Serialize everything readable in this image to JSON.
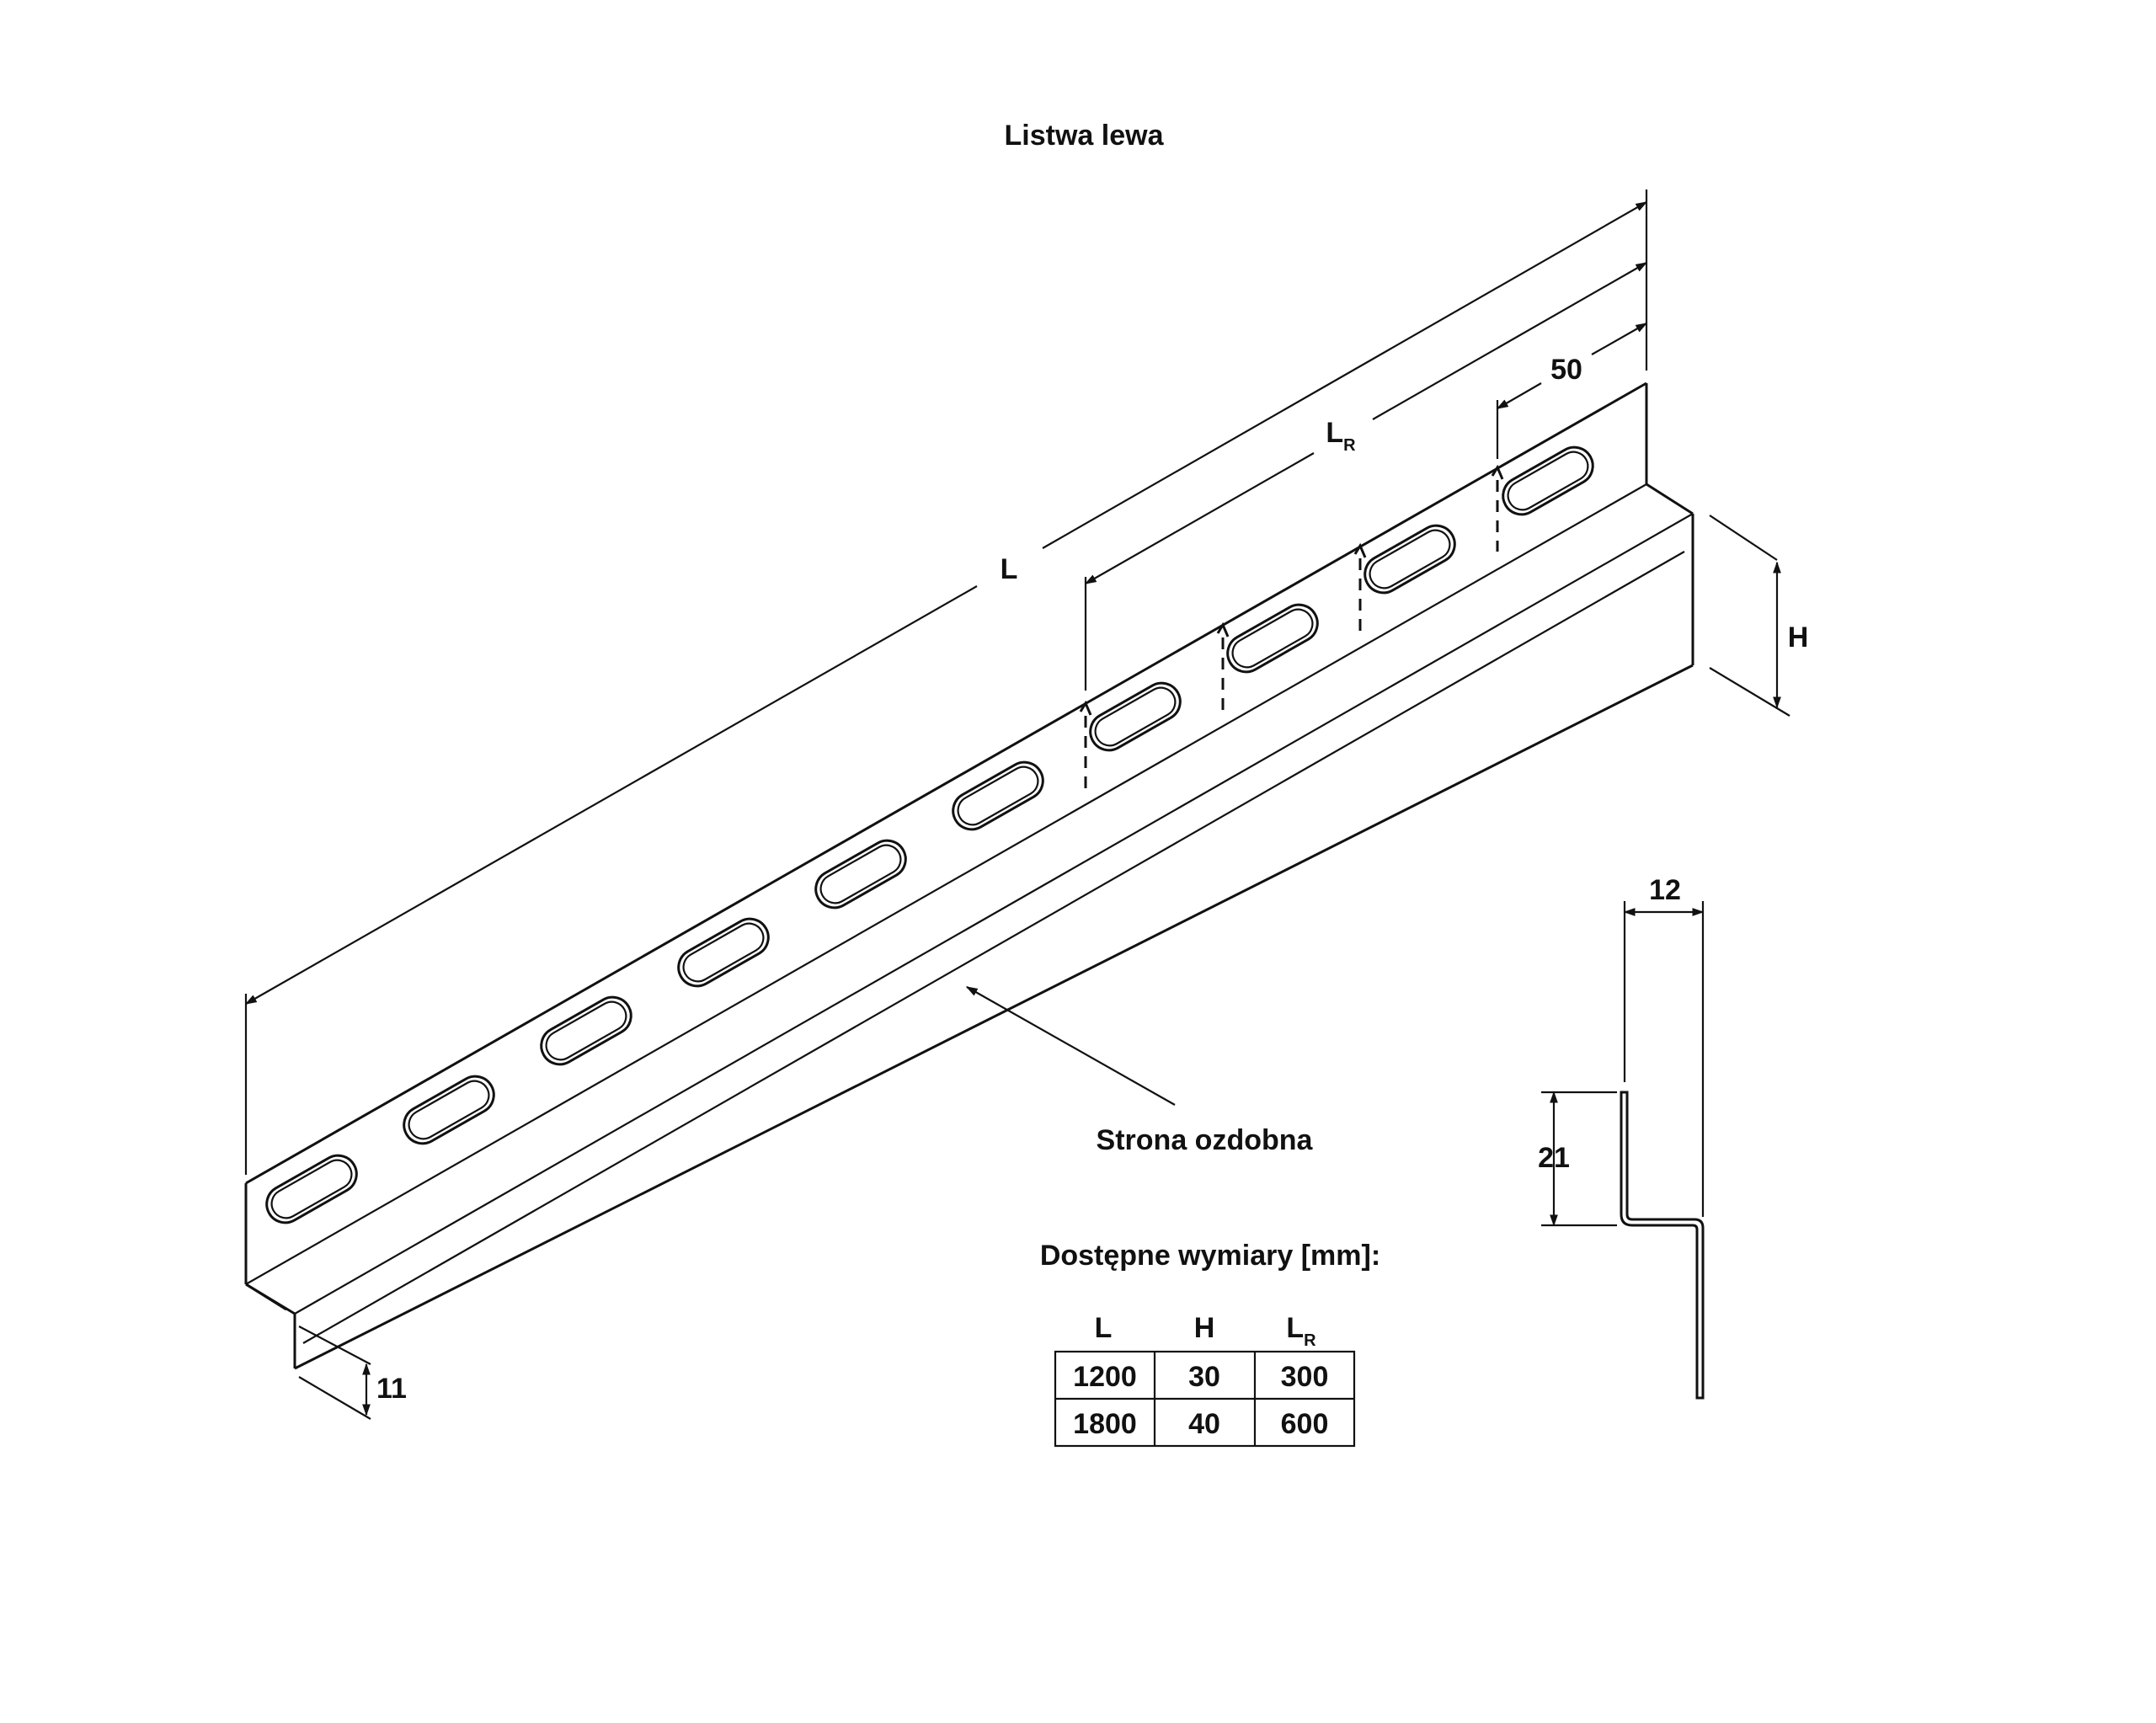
{
  "title": "Listwa lewa",
  "labels": {
    "L": "L",
    "LR_main": "L",
    "LR_sub": "R",
    "offset_50": "50",
    "H": "H",
    "flange_11": "11",
    "profile_width_12": "12",
    "profile_height_21": "21",
    "decorative_side": "Strona ozdobna"
  },
  "table": {
    "caption": "Dostępne wymiary [mm]:",
    "headers": [
      "L",
      "H",
      "L"
    ],
    "header_sub": [
      "",
      "",
      "R"
    ],
    "rows": [
      [
        "1200",
        "30",
        "300"
      ],
      [
        "1800",
        "40",
        "600"
      ]
    ]
  },
  "colors": {
    "ink": "#111111",
    "paper": "#ffffff"
  }
}
